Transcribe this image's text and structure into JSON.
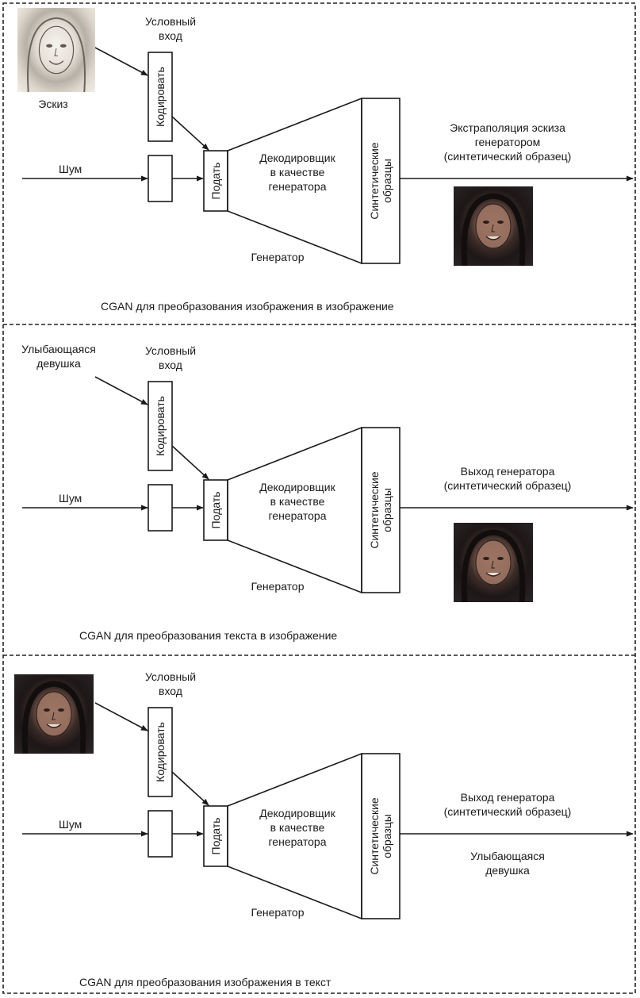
{
  "panels": [
    {
      "conditional_input_label": "Условный\nвход",
      "encode_label": "Кодировать",
      "noise_label": "Шум",
      "feed_label": "Подать",
      "decoder_label": "Декодировщик\nв качестве\nгенератора",
      "generator_label": "Генератор",
      "synthetic_label": "Синтетические\nобразцы",
      "input_caption": "Эскиз",
      "output_label": "Экстраполяция эскиза\nгенератором\n(синтетический образец)",
      "caption": "CGAN для преобразования изображения в изображение",
      "input_kind": "sketch-face",
      "output_kind": "photo-face"
    },
    {
      "conditional_input_label": "Условный\nвход",
      "encode_label": "Кодировать",
      "noise_label": "Шум",
      "feed_label": "Подать",
      "decoder_label": "Декодировщик\nв качестве\nгенератора",
      "generator_label": "Генератор",
      "synthetic_label": "Синтетические\nобразцы",
      "input_text": "Улыбающаяся\nдевушка",
      "output_label": "Выход генератора\n(синтетический образец)",
      "caption": "CGAN для преобразования текста в изображение",
      "input_kind": "text",
      "output_kind": "photo-face"
    },
    {
      "conditional_input_label": "Условный\nвход",
      "encode_label": "Кодировать",
      "noise_label": "Шум",
      "feed_label": "Подать",
      "decoder_label": "Декодировщик\nв качестве\nгенератора",
      "generator_label": "Генератор",
      "synthetic_label": "Синтетические\nобразцы",
      "output_label": "Выход генератора\n(синтетический образец)",
      "output_text": "Улыбающаяся\nдевушка",
      "caption": "CGAN для преобразования изображения в текст",
      "input_kind": "photo-face",
      "output_kind": "text"
    }
  ]
}
